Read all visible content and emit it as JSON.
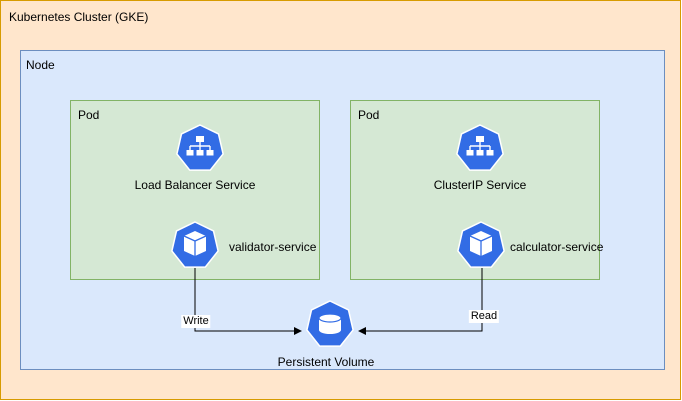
{
  "colors": {
    "cluster_fill": "#ffe6cc",
    "cluster_stroke": "#d79b00",
    "node_fill": "#dae8fc",
    "node_stroke": "#6c8ebf",
    "pod_fill": "#d5e8d4",
    "pod_stroke": "#82b366",
    "k8s_blue": "#326ce5"
  },
  "cluster": {
    "title": "Kubernetes Cluster (GKE)"
  },
  "node": {
    "title": "Node"
  },
  "pods": [
    {
      "title": "Pod",
      "service_icon": "k8s-service-icon",
      "service_label": "Load Balancer Service",
      "pod_icon": "k8s-pod-icon",
      "pod_label": "validator-service"
    },
    {
      "title": "Pod",
      "service_icon": "k8s-service-icon",
      "service_label": "ClusterIP Service",
      "pod_icon": "k8s-pod-icon",
      "pod_label": "calculator-service"
    }
  ],
  "volume": {
    "icon": "k8s-persistent-volume-icon",
    "label": "Persistent Volume"
  },
  "edges": [
    {
      "label": "Write"
    },
    {
      "label": "Read"
    }
  ]
}
